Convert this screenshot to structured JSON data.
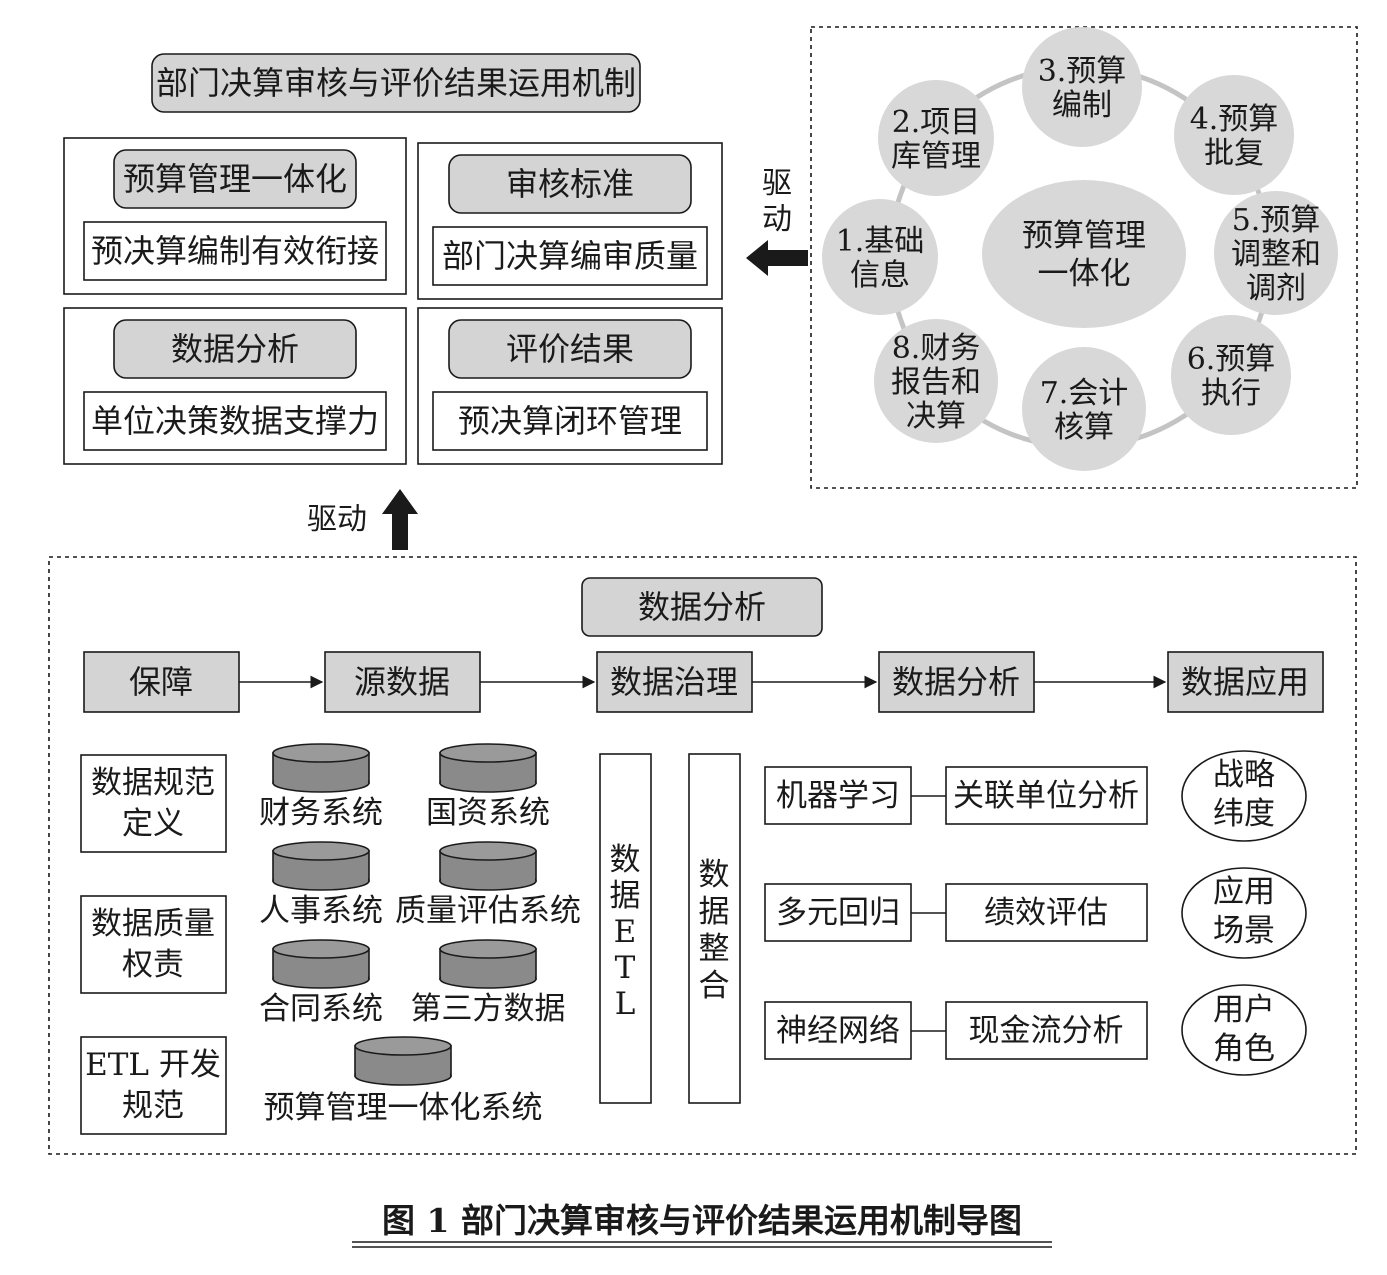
{
  "top_left": {
    "title": "部门决算审核与评价结果运用机制",
    "cells": [
      {
        "head": "预算管理一体化",
        "sub": "预决算编制有效衔接"
      },
      {
        "head": "审核标准",
        "sub": "部门决算编审质量"
      },
      {
        "head": "数据分析",
        "sub": "单位决策数据支撑力"
      },
      {
        "head": "评价结果",
        "sub": "预决算闭环管理"
      }
    ]
  },
  "cycle": {
    "center": [
      "预算管理",
      "一体化"
    ],
    "nodes": [
      {
        "lines": [
          "1.基础",
          "信息"
        ]
      },
      {
        "lines": [
          "2.项目",
          "库管理"
        ]
      },
      {
        "lines": [
          "3.预算",
          "编制"
        ]
      },
      {
        "lines": [
          "4.预算",
          "批复"
        ]
      },
      {
        "lines": [
          "5.预算",
          "调整和",
          "调剂"
        ]
      },
      {
        "lines": [
          "6.预算",
          "执行"
        ]
      },
      {
        "lines": [
          "7.会计",
          "核算"
        ]
      },
      {
        "lines": [
          "8.财务",
          "报告和",
          "决算"
        ]
      }
    ]
  },
  "arrows": {
    "drive_right": [
      "驱",
      "动"
    ],
    "drive_up": "驱动"
  },
  "bottom": {
    "title": "数据分析",
    "flow": [
      "保障",
      "源数据",
      "数据治理",
      "数据分析",
      "数据应用"
    ],
    "guarantees": [
      [
        "数据规范",
        "定义"
      ],
      [
        "数据质量",
        "权责"
      ],
      [
        "ETL 开发",
        "规范"
      ]
    ],
    "sources": [
      "财务系统",
      "国资系统",
      "人事系统",
      "质量评估系统",
      "合同系统",
      "第三方数据",
      "预算管理一体化系统"
    ],
    "governance": [
      [
        "数",
        "据",
        "E",
        "T",
        "L"
      ],
      [
        "数",
        "据",
        "整",
        "合"
      ]
    ],
    "methods": [
      {
        "method": "机器学习",
        "result": "关联单位分析"
      },
      {
        "method": "多元回归",
        "result": "绩效评估"
      },
      {
        "method": "神经网络",
        "result": "现金流分析"
      }
    ],
    "applications": [
      [
        "战略",
        "纬度"
      ],
      [
        "应用",
        "场景"
      ],
      [
        "用户",
        "角色"
      ]
    ]
  },
  "caption": "图 1 部门决算审核与评价结果运用机制导图"
}
